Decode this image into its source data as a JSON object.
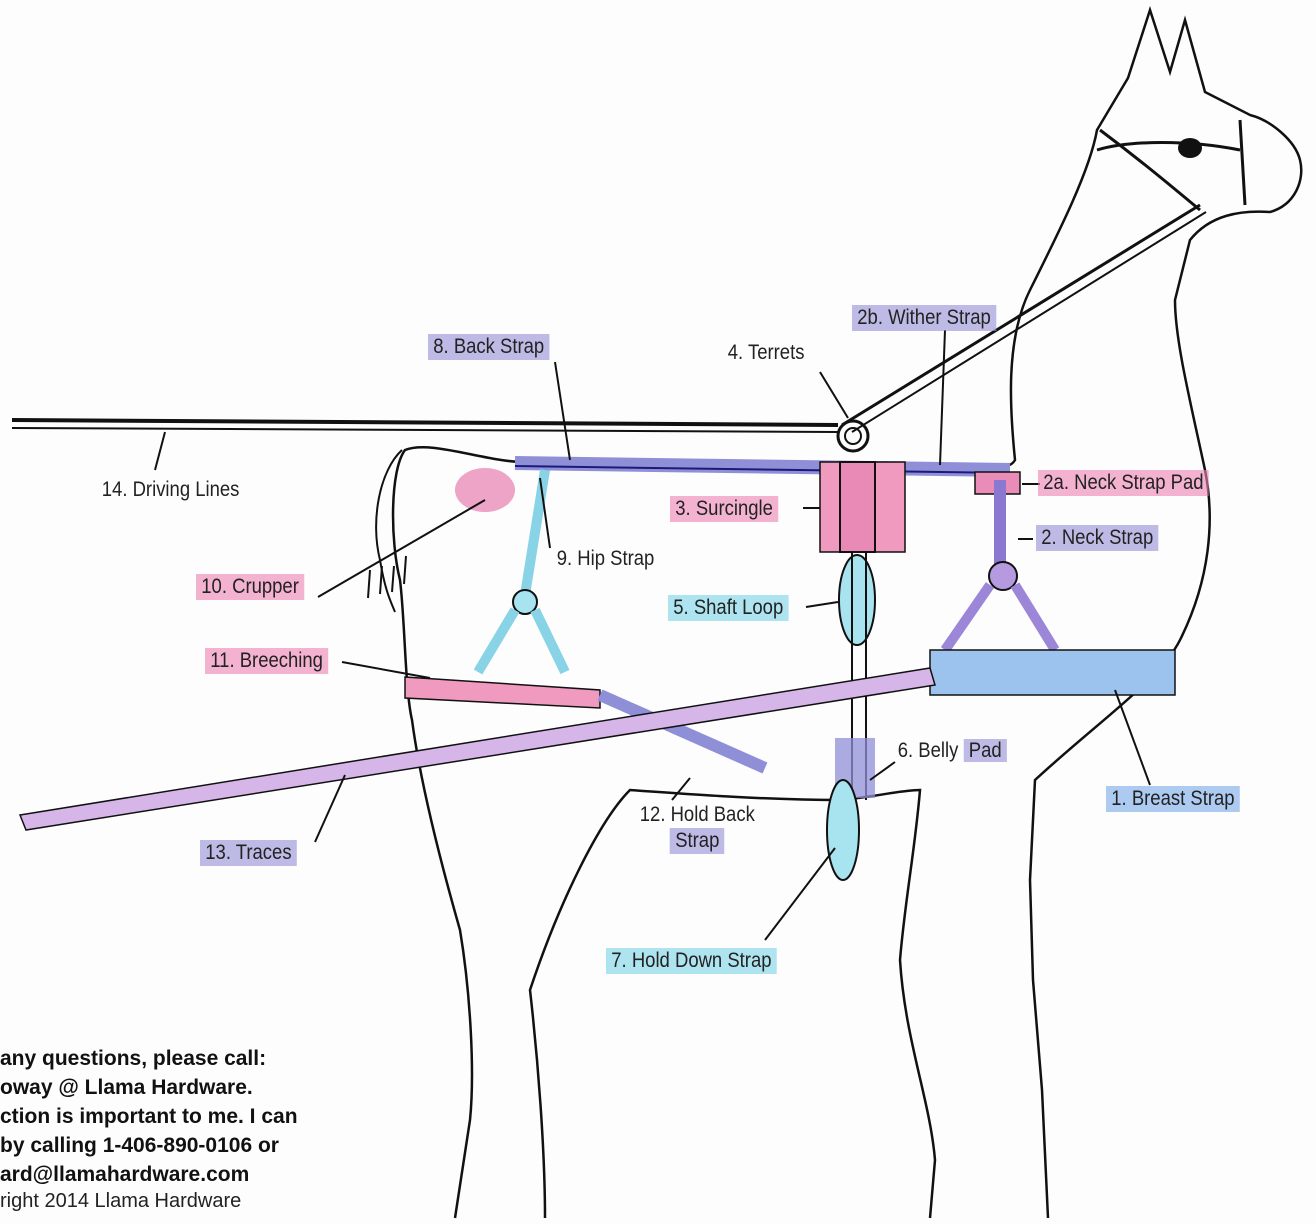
{
  "labels": {
    "back_strap": "8. Back Strap",
    "terrets": "4. Terrets",
    "wither_strap": "2b. Wither Strap",
    "driving_lines": "14. Driving Lines",
    "surcingle_num": "3.",
    "surcingle": "Surcingle",
    "neck_strap_pad": "2a. Neck Strap Pad",
    "hip_strap": "9. Hip Strap",
    "neck_strap": "2. Neck Strap",
    "crupper": "10. Crupper",
    "shaft_loop": "5. Shaft Loop",
    "breeching": "11. Breeching",
    "belly": "6. Belly",
    "pad": "Pad",
    "breast_strap": "1. Breast Strap",
    "hold_back_strap_1": "12. Hold Back",
    "hold_back_strap_2": "Strap",
    "traces": "13. Traces",
    "hold_down_strap": "7. Hold Down Strap"
  },
  "contact": {
    "line1": "any questions, please call:",
    "line2": "oway @ Llama Hardware.",
    "line3": "ction is important to me.  I can",
    "line4": "by calling 1-406-890-0106 or",
    "line5": "ard@llamahardware.com"
  },
  "copyright": "right 2014 Llama Hardware",
  "colors": {
    "pink": "#ec85b4",
    "purple": "#9691d7",
    "cyan": "#96dceb",
    "blue": "#82afeb",
    "outline": "#111111"
  }
}
